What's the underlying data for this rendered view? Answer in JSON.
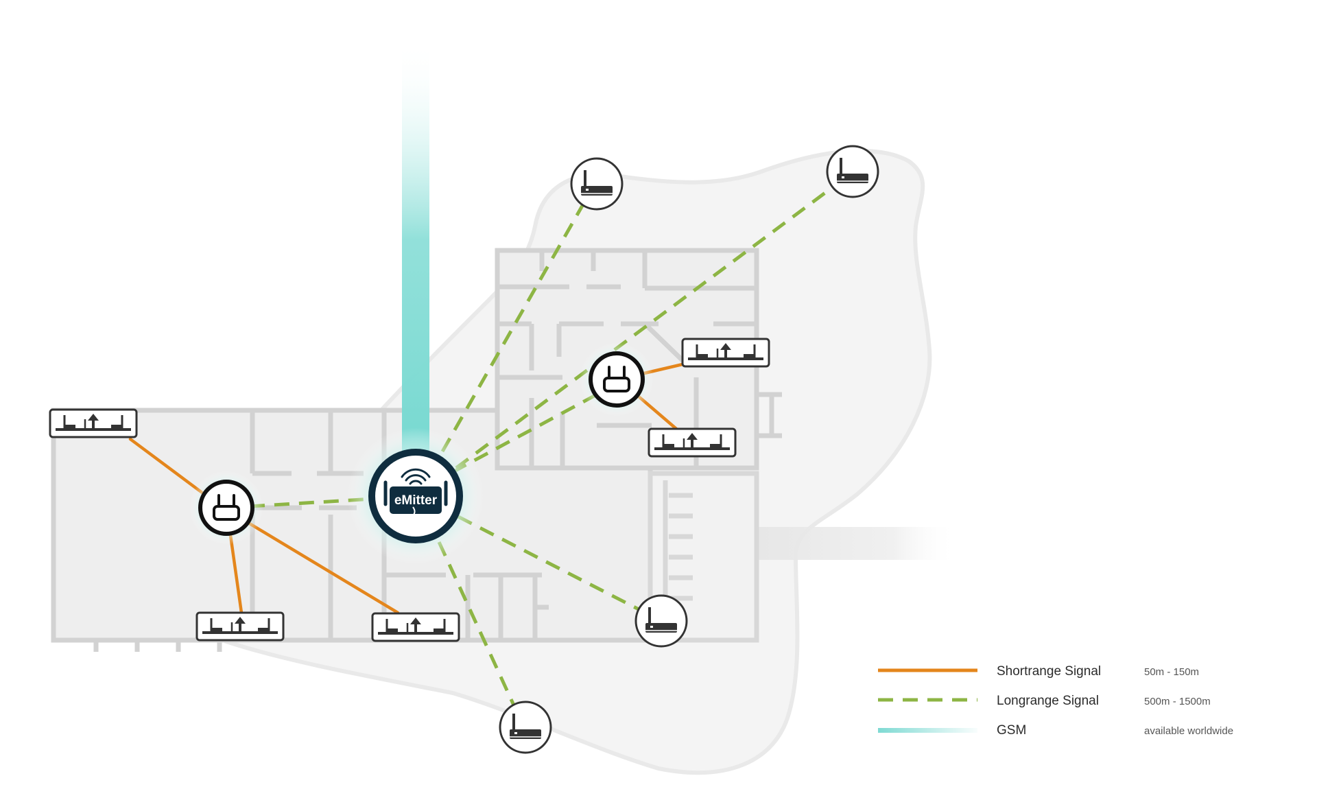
{
  "hub": {
    "brand": "eMitter",
    "icon": "wifi-signal-icon"
  },
  "colors": {
    "shortrange": "#e4861c",
    "longrange": "#8db544",
    "gsm": "#7fdad3",
    "hub_fill": "#0f2d3f",
    "node_stroke": "#333333",
    "area_fill": "#f4f4f4",
    "wall": "#cfcfcf"
  },
  "legend": [
    {
      "label": "Shortrange Signal",
      "range": "50m - 150m",
      "style": "solid"
    },
    {
      "label": "Longrange Signal",
      "range": "500m - 1500m",
      "style": "dashed"
    },
    {
      "label": "GSM",
      "range": "available worldwide",
      "style": "gradient"
    }
  ],
  "icons": {
    "router": "router-icon",
    "gateway": "gateway-icon",
    "sensor": "sensor-tag-icon"
  }
}
